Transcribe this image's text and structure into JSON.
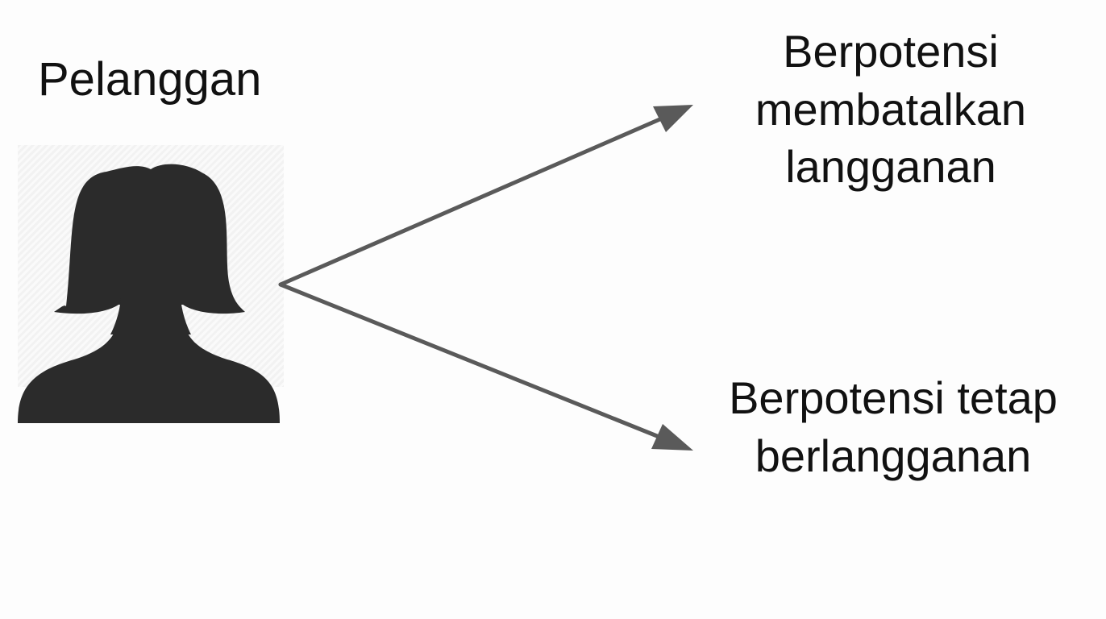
{
  "customer": {
    "label": "Pelanggan",
    "icon": "person-silhouette-icon"
  },
  "outcomes": [
    {
      "lines": [
        "Berpotensi",
        "membatalkan",
        "langganan"
      ]
    },
    {
      "lines": [
        "Berpotensi tetap",
        "berlangganan"
      ]
    }
  ],
  "colors": {
    "background": "#fdfdfd",
    "text": "#111111",
    "silhouette": "#2b2b2b",
    "arrow": "#5a5a5a"
  }
}
